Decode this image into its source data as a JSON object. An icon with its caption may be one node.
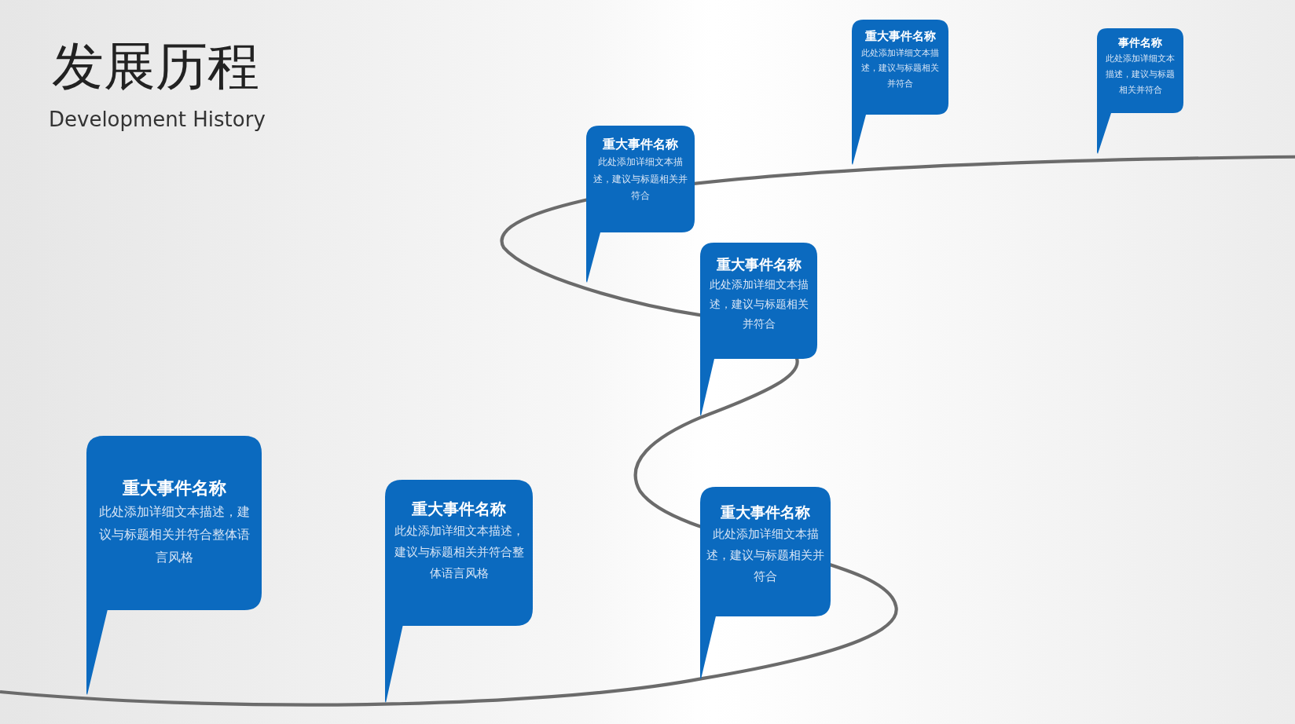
{
  "diagram": {
    "title": "发展历程",
    "caption": "Development History",
    "nodes": [
      {
        "text": [
          "重大事件名称",
          "此处添加详细文本描述，建议与标题相关并符合整体语言风格"
        ]
      },
      {
        "text": [
          "重大事件名称",
          "此处添加详细文本描述，建议与标题相关并符合整体语言风格"
        ]
      },
      {
        "text": [
          "重大事件名称",
          "此处添加详细文本描述，建议与标题相关并符合"
        ]
      },
      {
        "text": [
          "重大事件名称",
          "此处添加详细文本描述，建议与标题相关并符合"
        ]
      },
      {
        "text": [
          "重大事件名称",
          "此处添加详细文本描述，建议与标题相关并符合"
        ]
      },
      {
        "text": [
          "重大事件名称",
          "此处添加详细文本描述，建议与标题相关并符合"
        ]
      },
      {
        "text": [
          "事件名称",
          "此处添加详细文本描述，建议与标题相关并符合"
        ]
      }
    ]
  }
}
